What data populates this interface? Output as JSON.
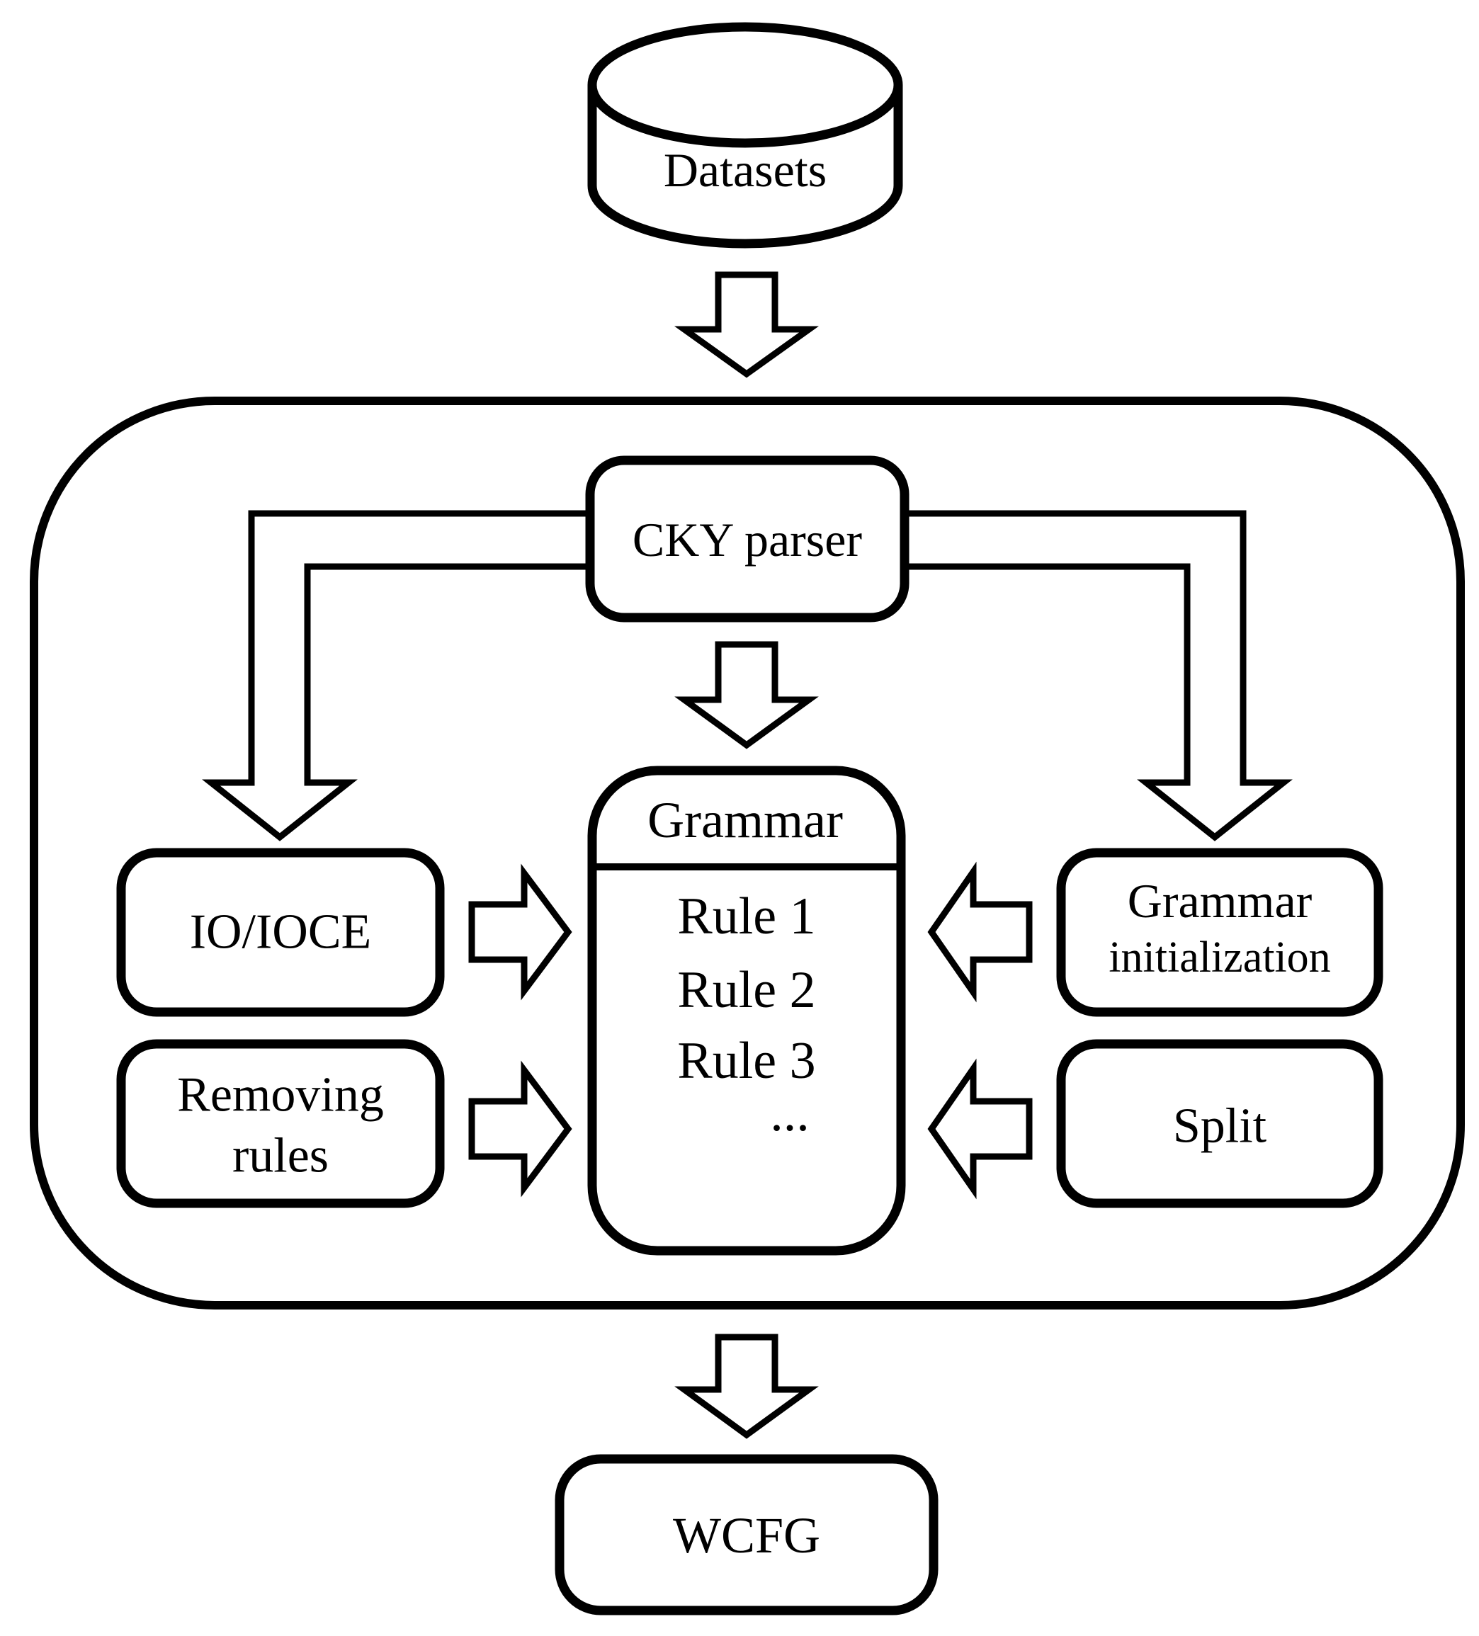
{
  "figure": {
    "colors": {
      "background": "#ffffff",
      "line": "#000000",
      "text": "#000000"
    },
    "datasets": {
      "label": "Datasets"
    },
    "cky_parser": {
      "label": "CKY parser"
    },
    "grammar": {
      "title": "Grammar",
      "rules": [
        "Rule 1",
        "Rule 2",
        "Rule 3"
      ],
      "ellipsis": "..."
    },
    "io_ioce": {
      "label": "IO/IOCE"
    },
    "removing_rules": {
      "line1": "Removing",
      "line2": "rules"
    },
    "grammar_initialization": {
      "line1": "Grammar",
      "line2": "initialization"
    },
    "split": {
      "label": "Split"
    },
    "wcfg": {
      "label": "WCFG"
    }
  }
}
